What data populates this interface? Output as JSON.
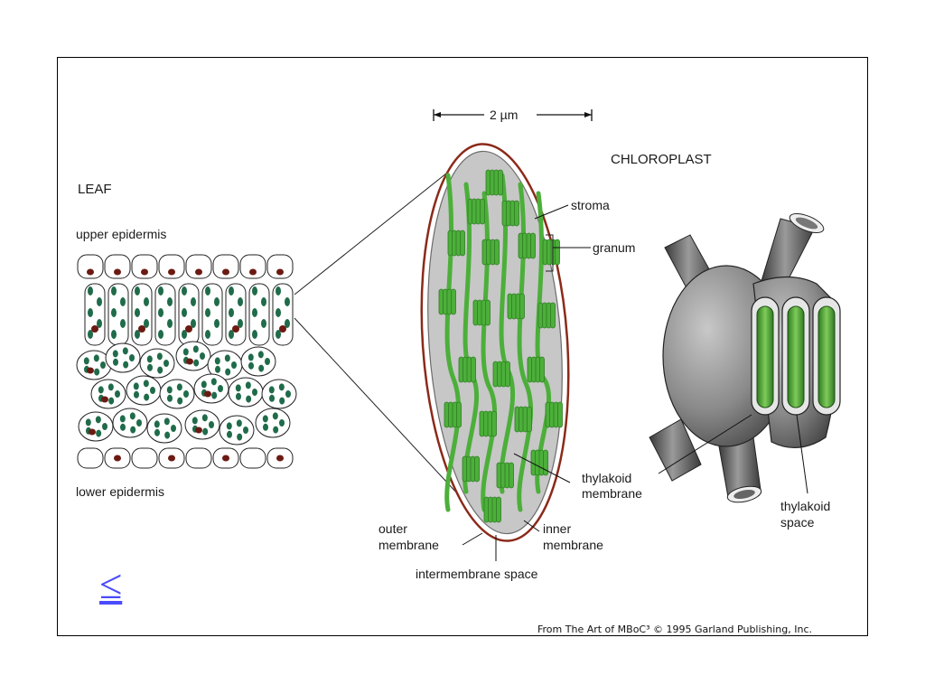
{
  "labels": {
    "leaf": "LEAF",
    "upper_epidermis": "upper epidermis",
    "lower_epidermis": "lower epidermis",
    "scale": "2 µm",
    "chloroplast": "CHLOROPLAST",
    "stroma": "stroma",
    "granum": "granum",
    "thylakoid_membrane_1": "thylakoid",
    "thylakoid_membrane_2": "membrane",
    "outer_membrane_1": "outer",
    "outer_membrane_2": "membrane",
    "inner_membrane_1": "inner",
    "inner_membrane_2": "membrane",
    "intermembrane_space": "intermembrane space",
    "thylakoid_space_1": "thylakoid",
    "thylakoid_space_2": "space"
  },
  "credit": "From The Art of MBoC³ © 1995 Garland Publishing, Inc.",
  "nav": {
    "prev_label": "≤"
  },
  "colors": {
    "membrane_outer": "#8b2a1a",
    "stroma_fill": "#c7c7c7",
    "thylakoid_green": "#4caf3a",
    "thylakoid_dark": "#2e7d23",
    "chloroplast_gray": "#8a8a8a",
    "cell_chloroplast": "#1f6b4a",
    "nucleus": "#6b1a12",
    "link": "#4a4aff"
  }
}
